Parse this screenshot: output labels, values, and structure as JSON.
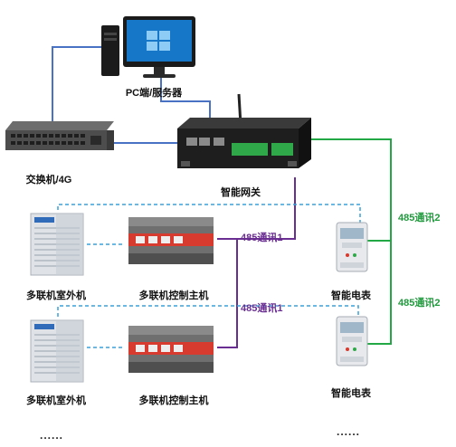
{
  "labels": {
    "pc": "PC端/服务器",
    "switch": "交换机/4G",
    "gateway": "智能网关",
    "outdoor1": "多联机室外机",
    "controller1": "多联机控制主机",
    "meter1": "智能电表",
    "outdoor2": "多联机室外机",
    "controller2": "多联机控制主机",
    "meter2": "智能电表"
  },
  "protocols": {
    "rs485_1_a": "485通讯1",
    "rs485_1_b": "485通讯1",
    "rs485_2_a": "485通讯2",
    "rs485_2_b": "485通讯2"
  },
  "ellipsis": {
    "left": "......",
    "right": "......"
  },
  "colors": {
    "ethernet": "#4a72c4",
    "rs485_1": "#6a2d91",
    "rs485_2": "#22a845",
    "dashed": "#3aa0d8"
  },
  "icons": [
    "desktop-computer",
    "network-switch",
    "iot-gateway",
    "outdoor-ac-unit",
    "control-panel",
    "electric-meter"
  ]
}
